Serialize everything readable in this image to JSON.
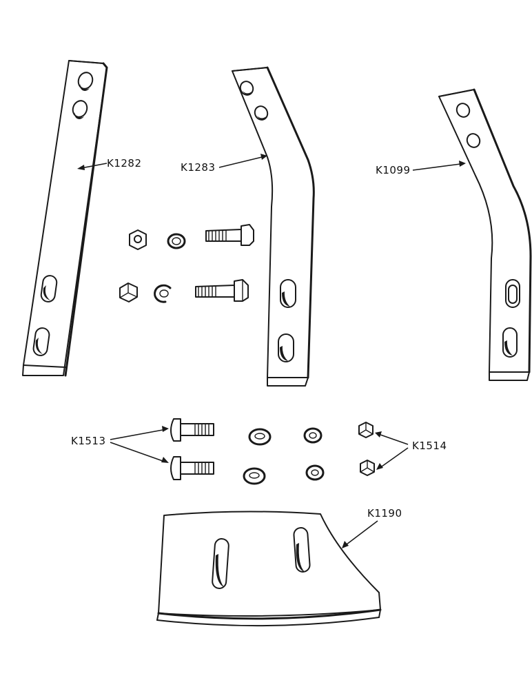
{
  "parts": {
    "bar_straight": "K1282",
    "bar_bent": "K1283",
    "bar_bent_long": "K1099",
    "carriage_bolt": "K1513",
    "nut": "K1514",
    "shield_plate": "K1190"
  }
}
